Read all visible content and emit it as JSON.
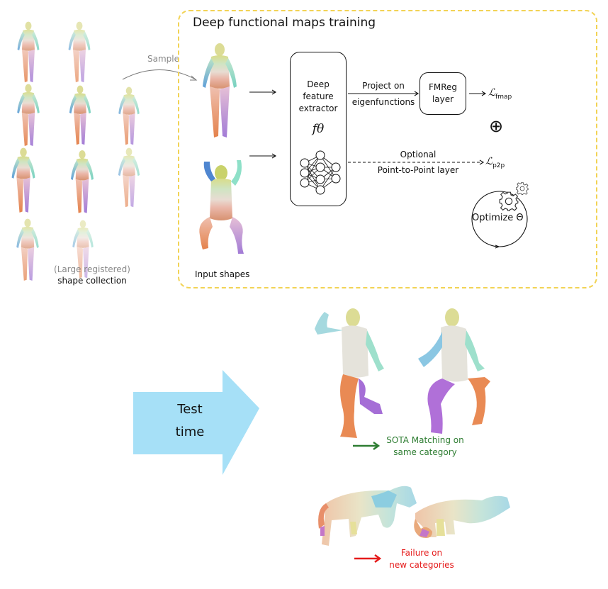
{
  "training": {
    "title": "Deep functional maps training",
    "sample_label": "Sample",
    "input_shapes_label": "Input shapes",
    "collection_label_line1": "(Large registered)",
    "collection_label_line2": "shape collection",
    "extractor": {
      "line1": "Deep",
      "line2": "feature",
      "line3": "extractor",
      "symbol": "fθ"
    },
    "project_label_line1": "Project on",
    "project_label_line2": "eigenfunctions",
    "fmreg_line1": "FMReg",
    "fmreg_line2": "layer",
    "loss_fmap": "ℒ",
    "loss_fmap_sub": "fmap",
    "loss_p2p": "ℒ",
    "loss_p2p_sub": "p2p",
    "plus_symbol": "⊕",
    "optional_line1": "Optional",
    "optional_line2": "Point-to-Point layer",
    "optimize_label": "Optimize Θ"
  },
  "test": {
    "arrow_line1": "Test",
    "arrow_line2": "time",
    "success_line1": "SOTA Matching on",
    "success_line2": "same category",
    "failure_line1": "Failure on",
    "failure_line2": "new categories"
  },
  "colors": {
    "box_border": "#f2d355",
    "test_arrow": "#a6e0f7",
    "success": "#2e7d32",
    "failure": "#e51b1b"
  }
}
